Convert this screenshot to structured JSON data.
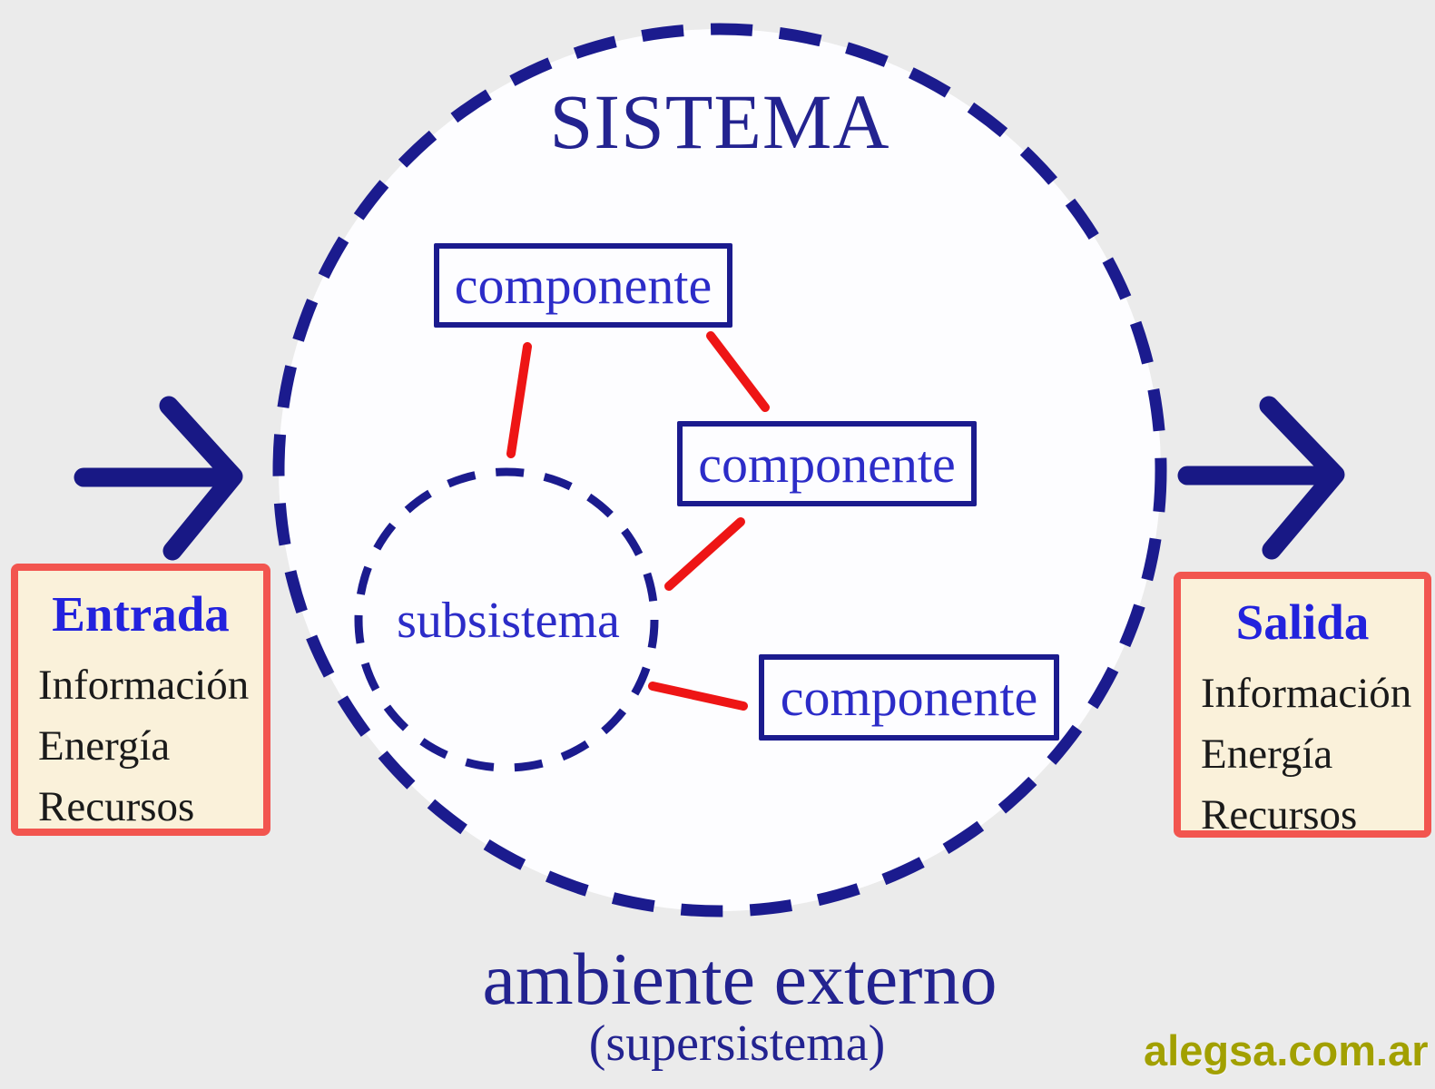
{
  "system": {
    "title": "SISTEMA",
    "components": [
      {
        "label": "componente"
      },
      {
        "label": "componente"
      },
      {
        "label": "componente"
      }
    ],
    "subsystem_label": "subsistema"
  },
  "input_box": {
    "title": "Entrada",
    "items": [
      "Información",
      "Energía",
      "Recursos"
    ]
  },
  "output_box": {
    "title": "Salida",
    "items": [
      "Información",
      "Energía",
      "Recursos"
    ]
  },
  "environment": {
    "label": "ambiente externo",
    "sublabel": "(supersistema)"
  },
  "watermark": {
    "text": "alegsa.com.ar"
  },
  "icons": {
    "input_arrow": "right-arrow",
    "output_arrow": "right-arrow"
  },
  "colors": {
    "background": "#EBEBEB",
    "system_fill": "#FDFDFF",
    "boundary_navy": "#1B1B8E",
    "title_navy": "#232390",
    "component_text_blue": "#2C2CC8",
    "connector_red": "#EE1515",
    "io_border_red": "#F2554F",
    "io_fill_cream": "#FAF1DA",
    "io_title_blue": "#2222DD",
    "io_item_black": "#1A1A1A",
    "watermark_olive": "#A2A000"
  }
}
